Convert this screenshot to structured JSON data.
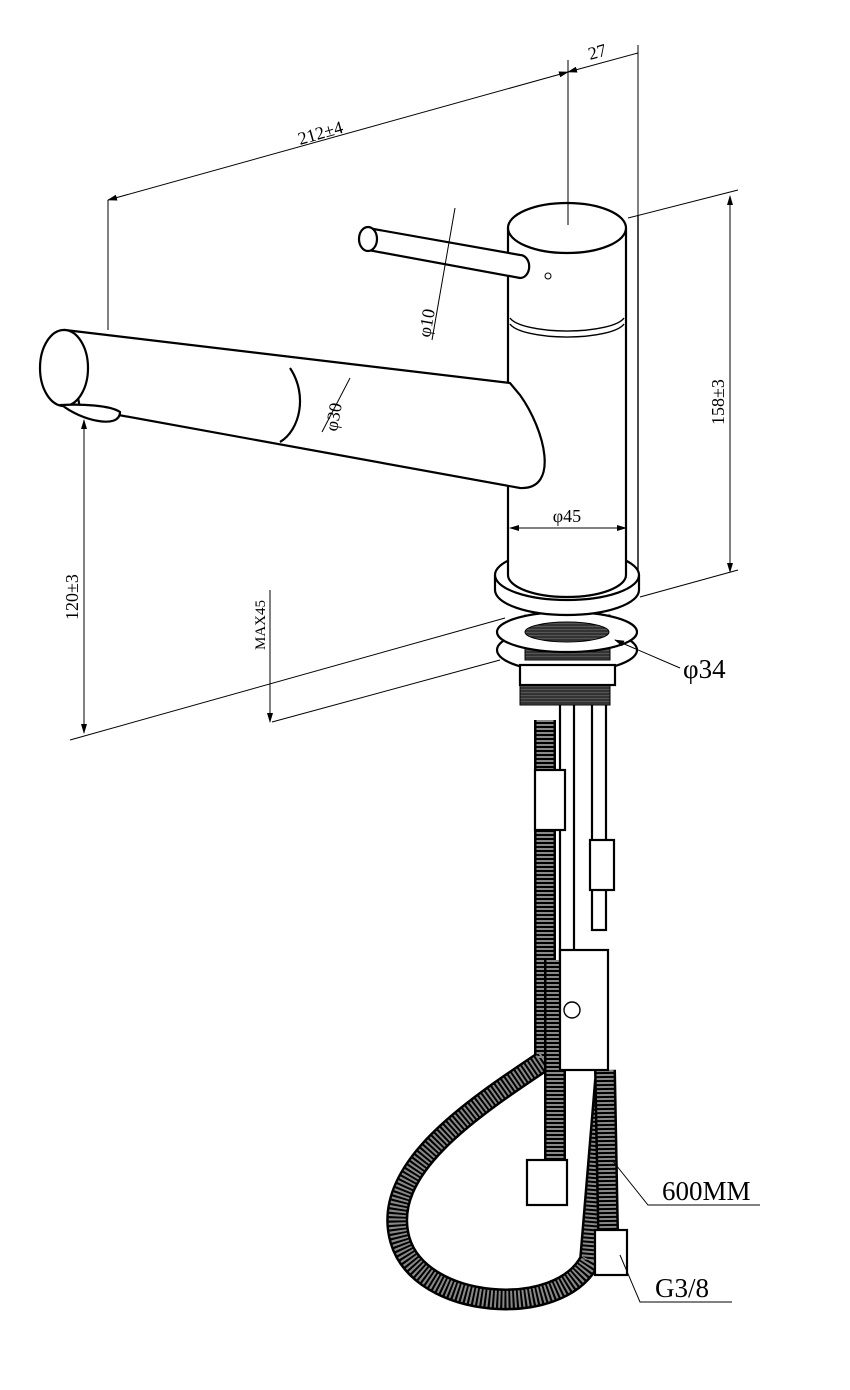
{
  "title": "Kitchen faucet dimension drawing",
  "dimensions": {
    "overall_reach": "212±4",
    "body_offset": "27",
    "lever_diameter": "φ10",
    "body_height": "158±3",
    "spout_diameter": "φ30",
    "body_diameter": "φ45",
    "spout_height": "120±3",
    "max_counter_thickness": "MAX45",
    "mount_hole": "φ34",
    "hose_length": "600MM",
    "connection_thread": "G3/8"
  }
}
